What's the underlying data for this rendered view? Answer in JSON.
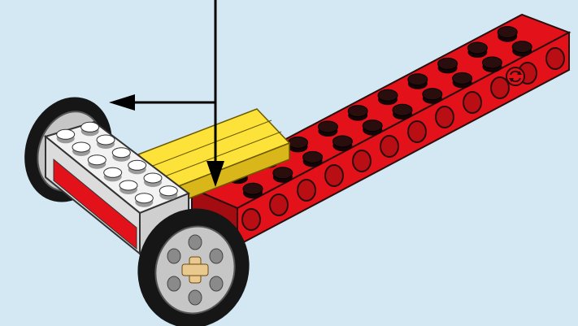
{
  "colors": {
    "background": "#d3e8f3",
    "beam_red": "#e3121a",
    "beam_red_dark": "#a30c10",
    "stud_dark": "#2a0e0e",
    "plate_yellow": "#fde23a",
    "plate_yellow_dark": "#d9b61a",
    "white_brick": "#f2f2f2",
    "wheel_hub": "#c6c6c6",
    "tire": "#161616",
    "axle_tan": "#e9c98d",
    "arrow": "#000000"
  },
  "icons": {
    "rotation_marker": "rotation-arrows-icon",
    "arrow_down": "arrow-down-icon",
    "arrow_left": "arrow-left-icon"
  },
  "parts": {
    "beam_holes": 12,
    "beam_studs_per_row": 10,
    "white_brick_studs": [
      2,
      6
    ],
    "hub_holes": 6
  }
}
